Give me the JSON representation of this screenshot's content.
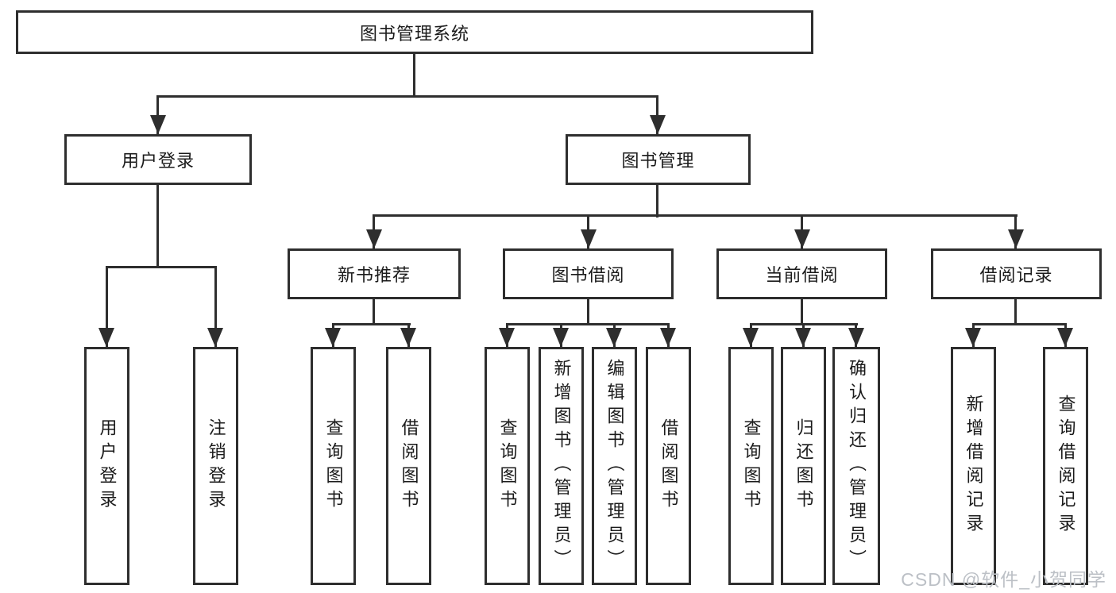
{
  "diagram": {
    "root": {
      "label": "图书管理系统"
    },
    "branches": [
      {
        "label": "用户登录",
        "children": [
          {
            "label": "用户登录"
          },
          {
            "label": "注销登录"
          }
        ]
      },
      {
        "label": "图书管理",
        "children": [
          {
            "label": "新书推荐",
            "children": [
              {
                "label": "查询图书"
              },
              {
                "label": "借阅图书"
              }
            ]
          },
          {
            "label": "图书借阅",
            "children": [
              {
                "label": "查询图书"
              },
              {
                "label": "新增图书（管理员）"
              },
              {
                "label": "编辑图书（管理员）"
              },
              {
                "label": "借阅图书"
              }
            ]
          },
          {
            "label": "当前借阅",
            "children": [
              {
                "label": "查询图书"
              },
              {
                "label": "归还图书"
              },
              {
                "label": "确认归还（管理员）"
              }
            ]
          },
          {
            "label": "借阅记录",
            "children": [
              {
                "label": "新增借阅记录"
              },
              {
                "label": "查询借阅记录"
              }
            ]
          }
        ]
      }
    ]
  },
  "watermark": {
    "text": "CSDN @软件_小贺同学"
  },
  "colors": {
    "line": "#2e2e2e",
    "text": "#1b1b1b",
    "watermark": "#bcc0c6",
    "background": "#ffffff"
  }
}
